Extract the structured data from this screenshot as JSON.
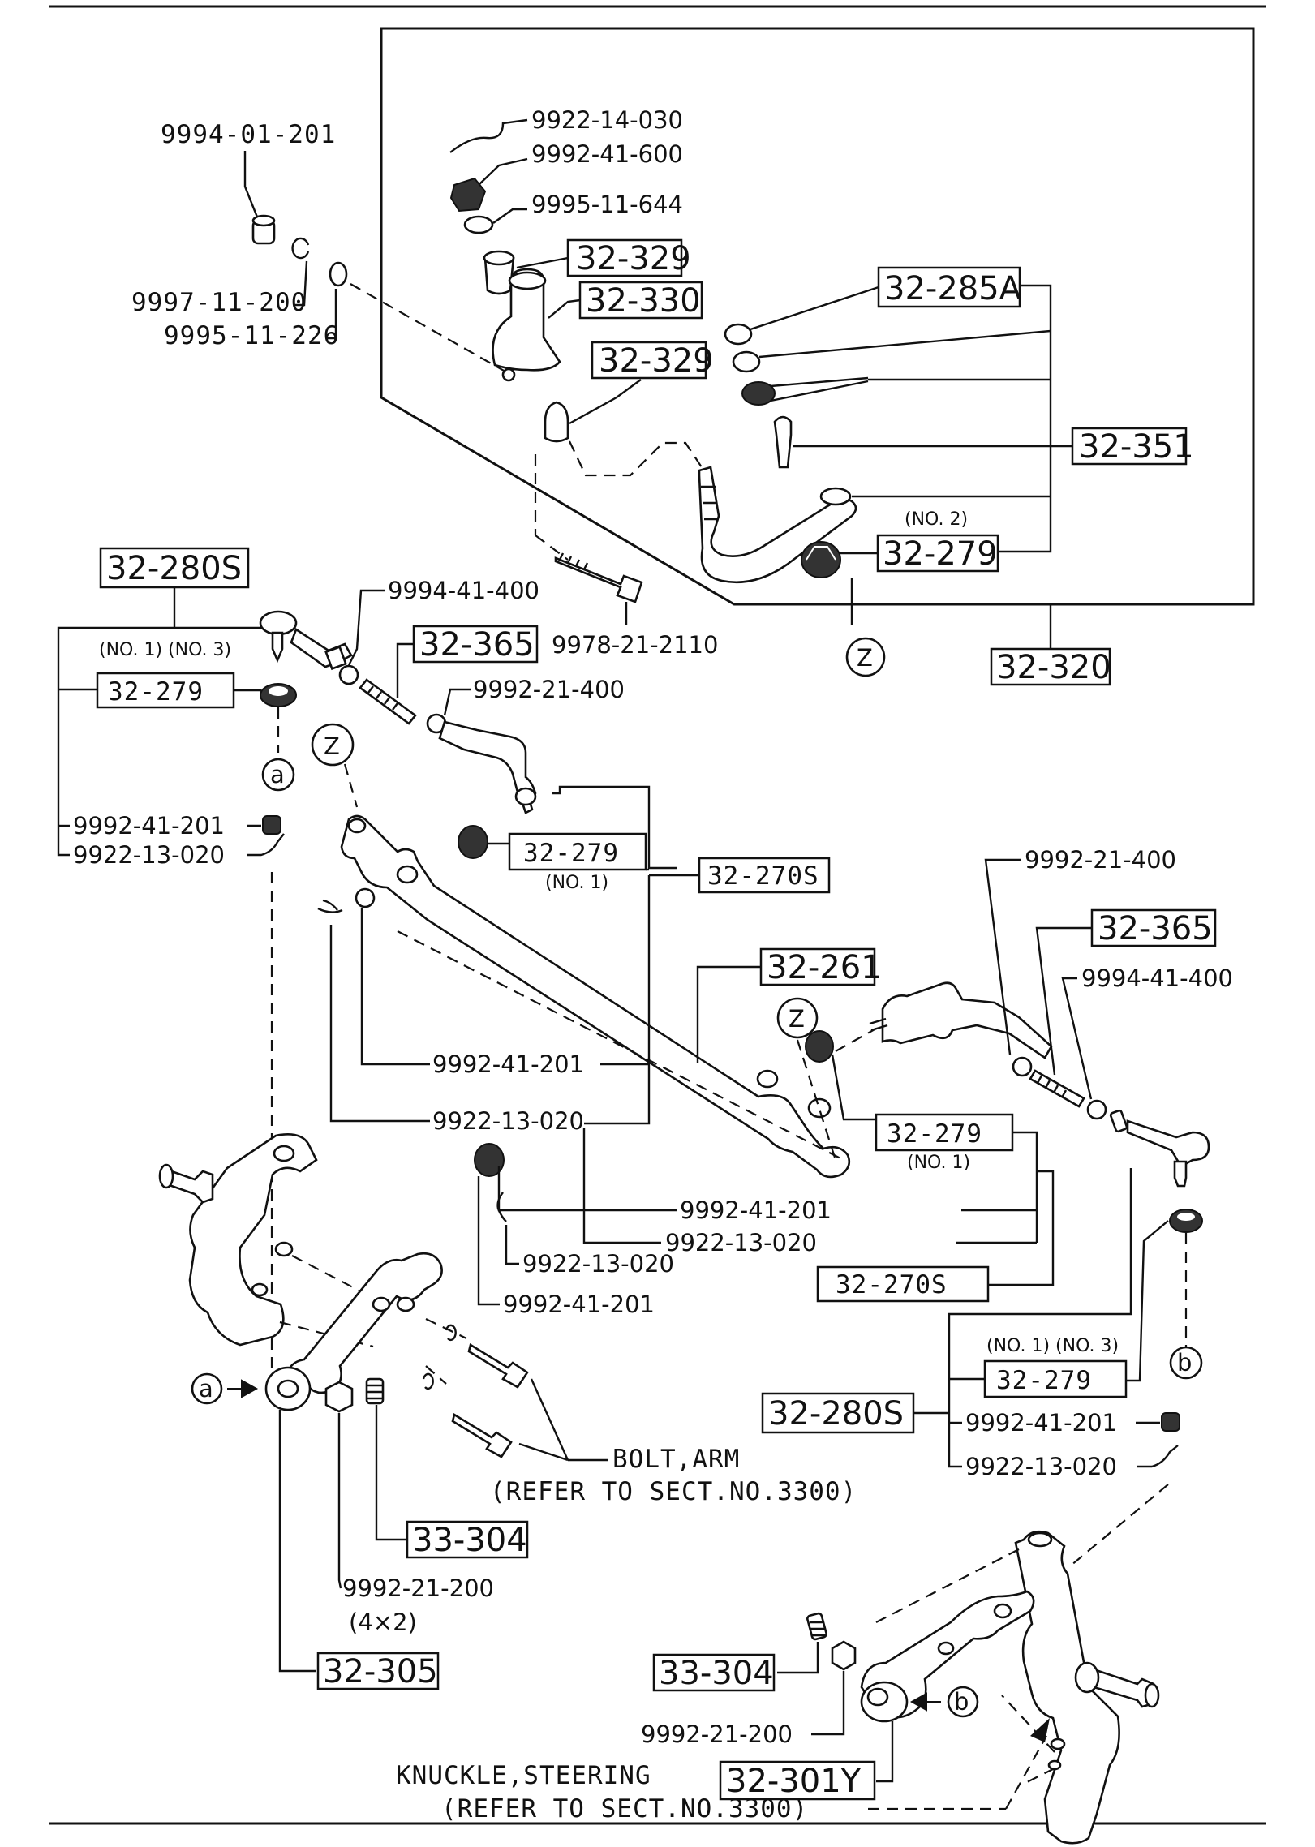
{
  "parts": {
    "p9994_01_201": "9994-01-201",
    "p9997_11_200": "9997-11-200",
    "p9995_11_226": "9995-11-226",
    "p9922_14_030": "9922-14-030",
    "p9992_41_600": "9992-41-600",
    "p9995_11_644": "9995-11-644",
    "p32_329a": "32-329",
    "p32_330": "32-330",
    "p32_329b": "32-329",
    "p32_285A": "32-285A",
    "p32_351": "32-351",
    "no2": "(NO. 2)",
    "p32_279_no2": "32-279",
    "p9978_21_2110": "9978-21-2110",
    "p32_320": "32-320",
    "p32_280S_left": "32-280S",
    "p9994_41_400_left": "9994-41-400",
    "p32_365_left": "32-365",
    "no1no3_left": "(NO. 1) (NO. 3)",
    "p32_279_left": "32-279",
    "p9992_21_400_left": "9992-21-400",
    "p9992_41_201_left": "9992-41-201",
    "p9922_13_020_left": "9922-13-020",
    "p32_279_center": "32-279",
    "no1_center": "(NO. 1)",
    "p32_270S_top": "32-270S",
    "p9992_21_400_right": "9992-21-400",
    "p32_365_right": "32-365",
    "p9994_41_400_right": "9994-41-400",
    "p32_261": "32-261",
    "p9992_41_201_mid": "9992-41-201",
    "p9922_13_020_mid": "9922-13-020",
    "p32_279_right": "32-279",
    "no1_right": "(NO. 1)",
    "p9992_41_201_right": "9992-41-201",
    "p9922_13_020_right": "9922-13-020",
    "p32_270S_bottom": "32-270S",
    "p9922_13_020_low": "9922-13-020",
    "p9992_41_201_low": "9992-41-201",
    "no1no3_right": "(NO. 1) (NO. 3)",
    "p32_279_br": "32-279",
    "p32_280S_right": "32-280S",
    "p9992_41_201_br": "9992-41-201",
    "p9922_13_020_br": "9922-13-020",
    "bolt_arm": "BOLT,ARM",
    "refer_3300_a": "(REFER TO SECT.NO.3300)",
    "p33_304_left": "33-304",
    "p9992_21_200_left": "9992-21-200",
    "qty_4x2": "(4×2)",
    "p32_305": "32-305",
    "p33_304_right": "33-304",
    "p9992_21_200_right": "9992-21-200",
    "p32_301Y": "32-301Y",
    "knuckle": "KNUCKLE,STEERING",
    "refer_3300_b": "(REFER TO SECT.NO.3300)"
  },
  "refs": {
    "z": "Z",
    "a": "a",
    "b": "b"
  }
}
